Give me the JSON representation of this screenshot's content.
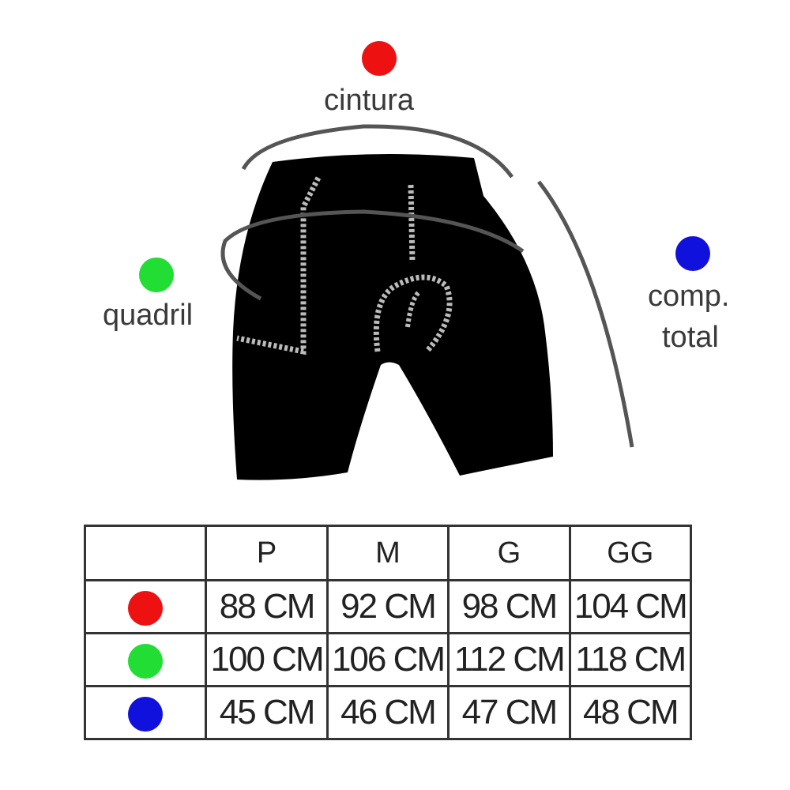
{
  "labels": {
    "waist": "cintura",
    "hip": "quadril",
    "length_line1": "comp.",
    "length_line2": "total"
  },
  "colors": {
    "waist": "#ee1111",
    "hip": "#22dd33",
    "length": "#1111dd"
  },
  "table": {
    "headers": [
      "",
      "P",
      "M",
      "G",
      "GG"
    ],
    "rows": [
      {
        "key": "waist",
        "values": [
          "88 CM",
          "92 CM",
          "98 CM",
          "104 CM"
        ]
      },
      {
        "key": "hip",
        "values": [
          "100 CM",
          "106 CM",
          "112 CM",
          "118 CM"
        ]
      },
      {
        "key": "length",
        "values": [
          "45 CM",
          "46 CM",
          "47 CM",
          "48 CM"
        ]
      }
    ]
  }
}
